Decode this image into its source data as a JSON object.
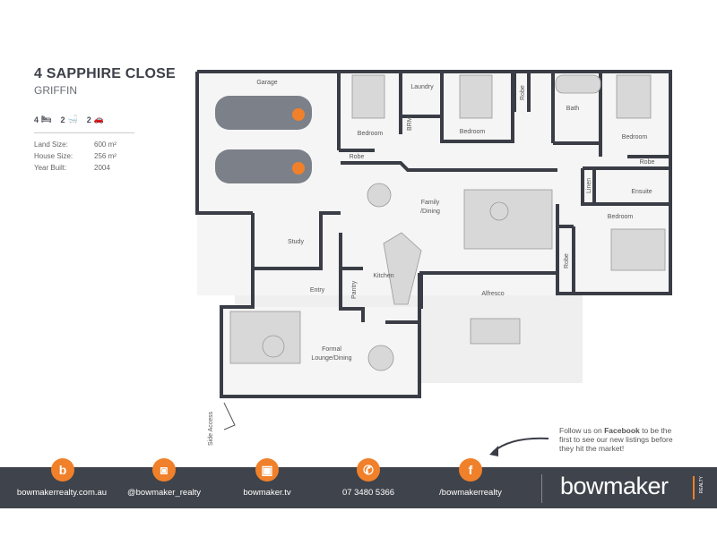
{
  "property": {
    "title": "4 SAPPHIRE CLOSE",
    "suburb": "GRIFFIN",
    "beds": "4",
    "baths": "2",
    "cars": "2",
    "stats": [
      {
        "label": "Land Size:",
        "value": "600 m²"
      },
      {
        "label": "House Size:",
        "value": "256 m²"
      },
      {
        "label": "Year Built:",
        "value": "2004"
      }
    ]
  },
  "rooms": {
    "garage": "Garage",
    "bedroom1": "Bedroom",
    "robe1": "Robe",
    "laundry": "Laundry",
    "brm": "BRM",
    "bedroom2": "Bedroom",
    "robe2": "Robe",
    "bath": "Bath",
    "bedroom3": "Bedroom",
    "robe3": "Robe",
    "ensuite": "Ensuite",
    "linen": "Linen",
    "bedroom4": "Bedroom",
    "robe4": "Robe",
    "family": "Family",
    "family2": "/Dining",
    "study": "Study",
    "kitchen": "Kitchen",
    "pantry": "Pantry",
    "entry": "Entry",
    "alfresco": "Alfresco",
    "formal": "Formal",
    "formal2": "Lounge/Dining",
    "side_access": "Side Access"
  },
  "note": {
    "pre": "Follow us on ",
    "bold": "Facebook",
    "post": " to be the first to see our new listings before they hit the market!"
  },
  "footer": {
    "website": "bowmakerrealty.com.au",
    "instagram": "@bowmaker_realty",
    "tv": "bowmaker.tv",
    "phone": "07 3480 5366",
    "facebook": "/bowmakerrealty",
    "logo": "bowmaker",
    "logo_sub": "REALTY"
  },
  "colors": {
    "accent": "#f0802a",
    "footer": "#3f434b",
    "wall": "#3a3d45"
  }
}
